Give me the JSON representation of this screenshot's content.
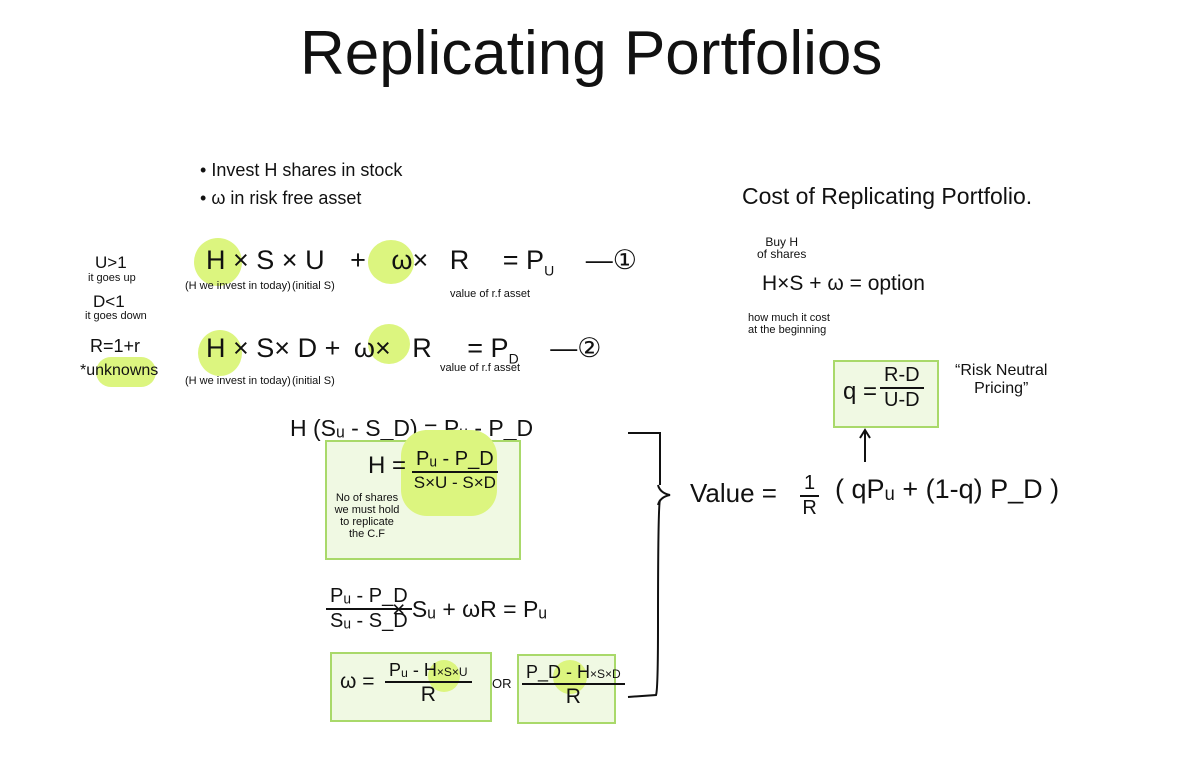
{
  "title": "Replicating Portfolios",
  "bullets": [
    "Invest H shares in stock",
    "ω in risk free asset"
  ],
  "left_notes": {
    "u_cond": "U>1",
    "u_desc": "it goes up",
    "d_cond": "D<1",
    "d_desc": "it goes down",
    "r_def": "R=1+r",
    "unknowns": "*unknowns"
  },
  "eq1": {
    "h": "H",
    "mid": "× S × U",
    "plus": "+",
    "w": "ω",
    "times": "×",
    "r": "R",
    "rhs": "= P",
    "rhs_sub": "U",
    "tag": "—①",
    "note_h": "(H we invest in today)",
    "note_s": "(initial S)",
    "note_r": "value of r.f asset"
  },
  "eq2": {
    "h": "H",
    "mid": "× S× D",
    "plus": "+",
    "w": "ω",
    "times": "×",
    "r": "R",
    "rhs": "= P",
    "rhs_sub": "D",
    "tag": "—②",
    "note_h": "(H we invest in today)",
    "note_s": "(initial S)",
    "note_r": "value of r.f asset"
  },
  "eq3": "H (Sᵤ - S_D) = Pᵤ - P_D",
  "h_box": {
    "lhs": "H =",
    "num": "Pᵤ - P_D",
    "den": "S×U - S×D",
    "note": [
      "No of shares",
      "we must hold",
      "to replicate",
      "the C.F"
    ]
  },
  "eq4": {
    "num": "Pᵤ - P_D",
    "den": "Sᵤ - S_D",
    "rest": "× Sᵤ + ωR = Pᵤ"
  },
  "w_box1": {
    "lhs": "ω =",
    "num_a": "Pᵤ -",
    "num_h": "H",
    "num_b": "×S×U",
    "den": "R"
  },
  "or": "OR",
  "w_box2": {
    "num_a": "P_D -",
    "num_h": "H",
    "num_b": "×S×D",
    "den": "R"
  },
  "right": {
    "heading": "Cost of Replicating Portfolio.",
    "buy_note": [
      "Buy H",
      "of shares"
    ],
    "cost_eq": "H×S + ω = option",
    "cost_note": [
      "how much it cost",
      "at the beginning"
    ],
    "q_lhs": "q =",
    "q_num": "R-D",
    "q_den": "U-D",
    "rnp": [
      "“Risk Neutral",
      "Pricing”"
    ],
    "value_lhs": "Value =",
    "value_frac_num": "1",
    "value_frac_den": "R",
    "value_rest": "( qPᵤ + (1-q) P_D )"
  },
  "colors": {
    "highlight": "#dcf57f",
    "box_fill": "#f0f9e3",
    "box_border": "#a9d96a"
  }
}
